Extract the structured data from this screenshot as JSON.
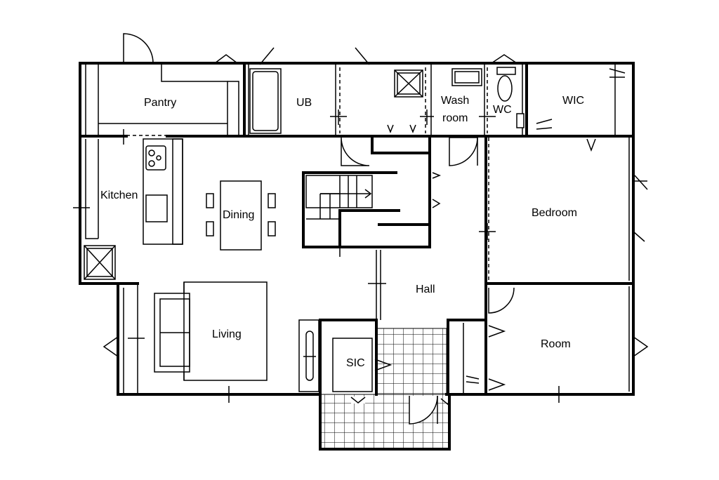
{
  "rooms": {
    "pantry": "Pantry",
    "ub": "UB",
    "wash_line1": "Wash",
    "wash_line2": "room",
    "wc": "WC",
    "wic": "WIC",
    "kitchen": "Kitchen",
    "dining": "Dining",
    "bedroom": "Bedroom",
    "hall": "Hall",
    "living": "Living",
    "sic": "SIC",
    "room": "Room"
  }
}
